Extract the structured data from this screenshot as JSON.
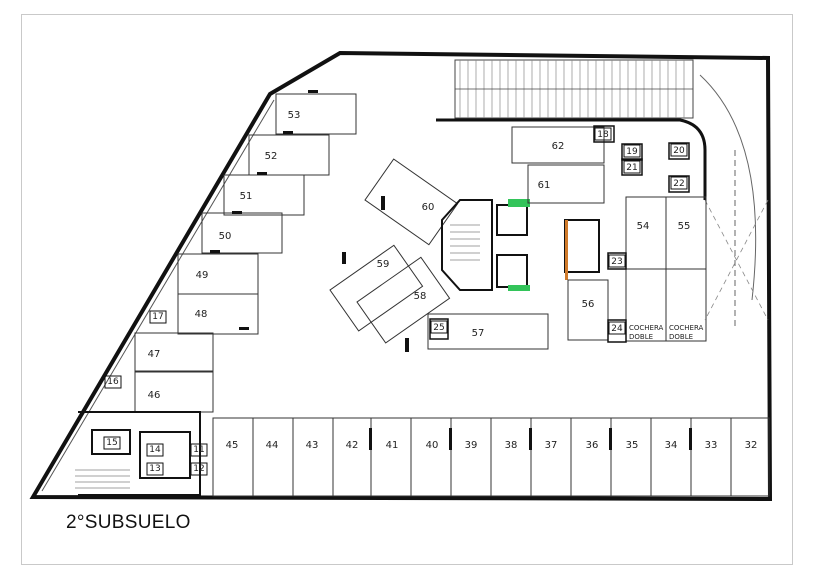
{
  "title": "2°SUBSUELO",
  "spaces": [
    "53",
    "52",
    "51",
    "50",
    "49",
    "48",
    "47",
    "46",
    "45",
    "44",
    "43",
    "42",
    "41",
    "40",
    "39",
    "38",
    "37",
    "36",
    "35",
    "34",
    "33",
    "32",
    "62",
    "61",
    "60",
    "59",
    "58",
    "57",
    "56",
    "54",
    "55"
  ],
  "units": [
    "18",
    "19",
    "20",
    "21",
    "22",
    "23",
    "24",
    "25",
    "17",
    "16",
    "15",
    "14",
    "13",
    "12",
    "11"
  ],
  "notes": {
    "double1": [
      "COCHERA",
      "DOBLE"
    ],
    "double2": [
      "COCHERA",
      "DOBLE"
    ]
  },
  "colors": {
    "line": "#111111",
    "thin": "#333333",
    "green": "#33c45a",
    "orange": "#d07a2a",
    "blue": "#4a6cd6"
  }
}
